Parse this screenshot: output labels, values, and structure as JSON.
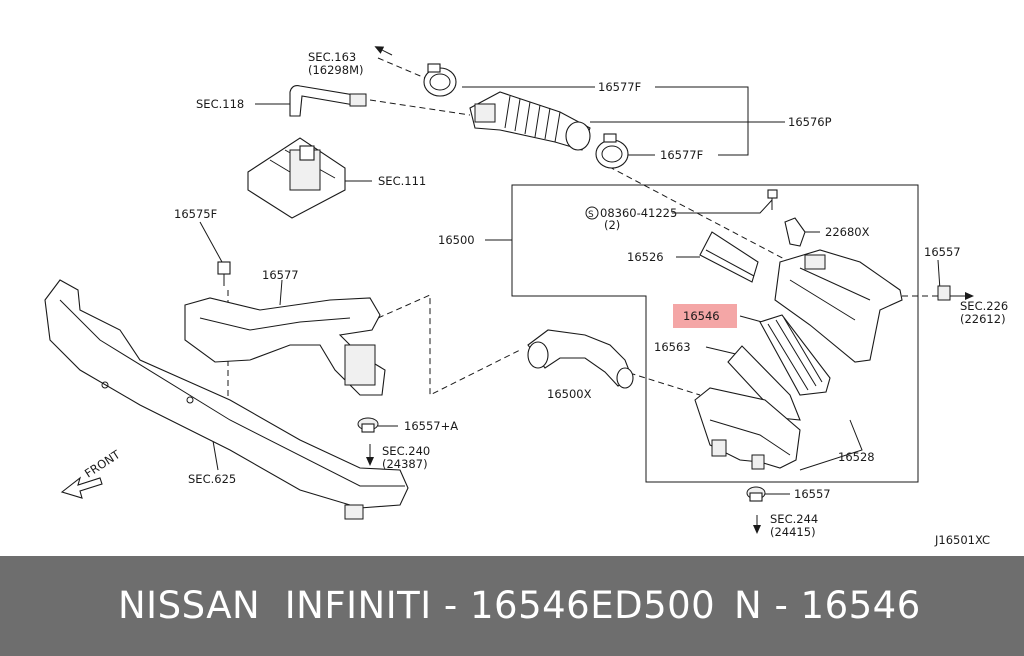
{
  "labels": {
    "sec163": "SEC.163",
    "sec163_sub": "(16298M)",
    "sec118": "SEC.118",
    "sec111": "SEC.111",
    "p16577F_top": "16577F",
    "p16576P": "16576P",
    "p16577F_bottom": "16577F",
    "p08360": "08360-41225",
    "p08360_qty": "(2)",
    "p22680X": "22680X",
    "p16575F": "16575F",
    "p16500": "16500",
    "p16526": "16526",
    "p16557_right": "16557",
    "sec226": "SEC.226",
    "sec226_sub": "(22612)",
    "p16577": "16577",
    "p16546": "16546",
    "p16563": "16563",
    "p16500X": "16500X",
    "p16557A": "16557+A",
    "sec240": "SEC.240",
    "sec240_sub": "(24387)",
    "front": "FRONT",
    "sec625": "SEC.625",
    "p16528": "16528",
    "p16557_bottom": "16557",
    "sec244": "SEC.244",
    "sec244_sub": "(24415)",
    "diagram_code": "J16501XC"
  },
  "footer": {
    "brand": "NISSAN  INFINITI - 16546ED500",
    "part_ref": "N - 16546"
  },
  "colors": {
    "highlight": "#f4a6a6",
    "footer_bg": "#6e6e6e"
  }
}
